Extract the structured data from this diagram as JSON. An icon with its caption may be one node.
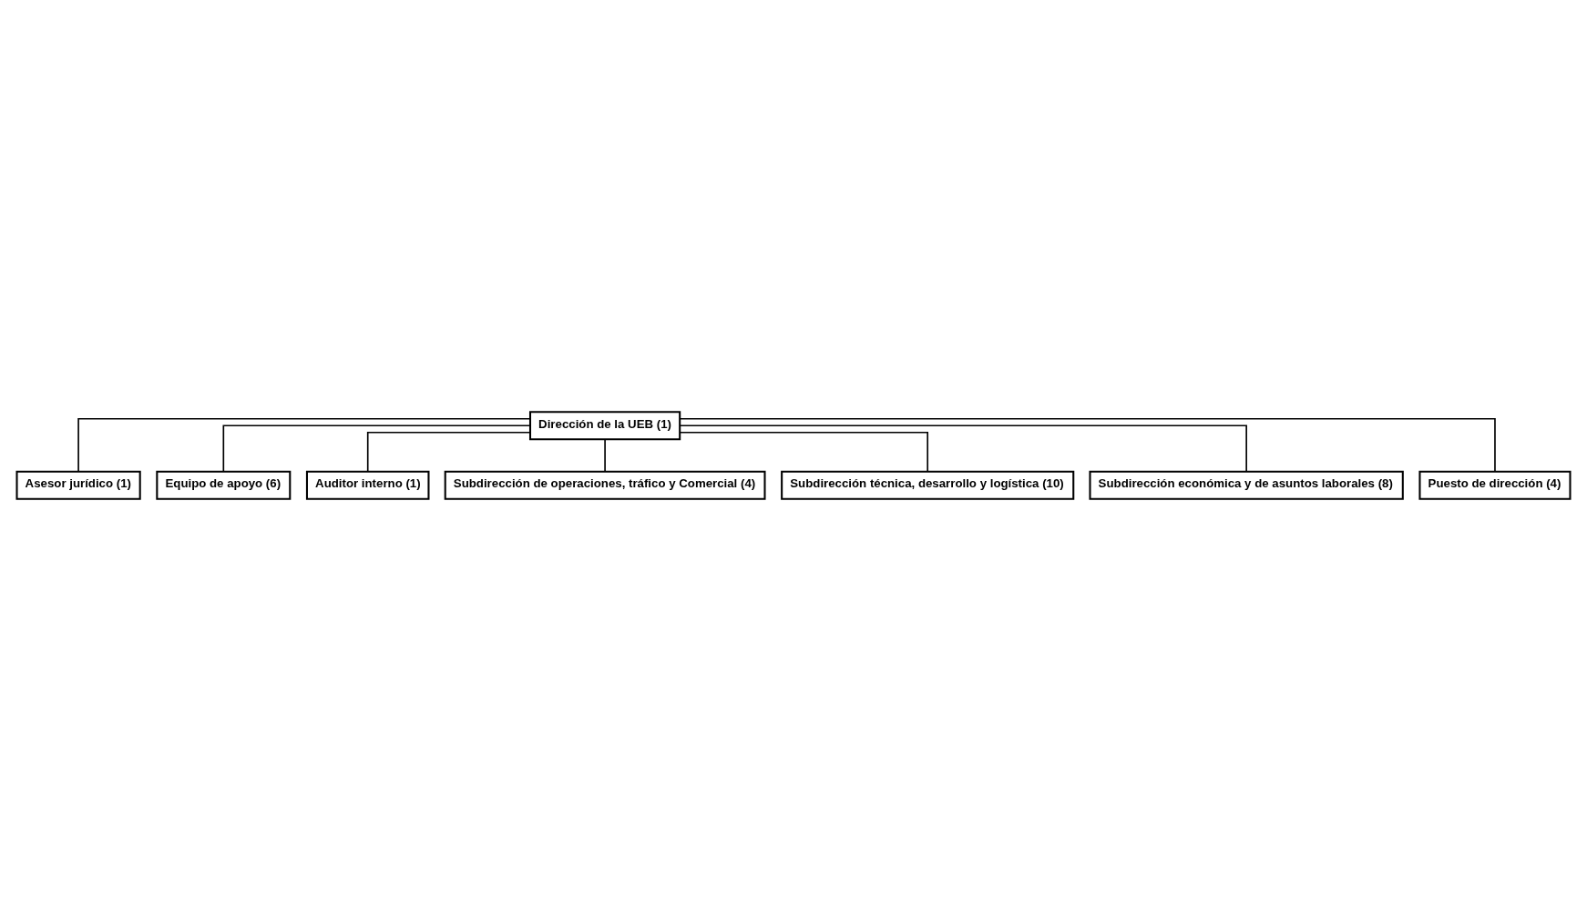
{
  "diagram": {
    "nodes": [
      {
        "text": [
          "Dirección de la UEB (1)"
        ]
      },
      {
        "text": [
          "Asesor jurídico (1)"
        ]
      },
      {
        "text": [
          "Equipo de apoyo (6)"
        ]
      },
      {
        "text": [
          "Auditor interno (1)"
        ]
      },
      {
        "text": [
          "Subdirección de operaciones, tráfico y Comercial (4)"
        ]
      },
      {
        "text": [
          "Subdirección técnica, desarrollo y logística (10)"
        ]
      },
      {
        "text": [
          "Subdirección económica y de asuntos laborales (8)"
        ]
      },
      {
        "text": [
          "Puesto de dirección (4)"
        ]
      }
    ],
    "edges": [
      {
        "from": 0,
        "to": 1,
        "arrow": "none"
      },
      {
        "from": 0,
        "to": 2,
        "arrow": "none"
      },
      {
        "from": 0,
        "to": 3,
        "arrow": "none"
      },
      {
        "from": 0,
        "to": 4,
        "arrow": "none"
      },
      {
        "from": 0,
        "to": 5,
        "arrow": "none"
      },
      {
        "from": 0,
        "to": 6,
        "arrow": "none"
      },
      {
        "from": 0,
        "to": 7,
        "arrow": "none"
      }
    ]
  }
}
